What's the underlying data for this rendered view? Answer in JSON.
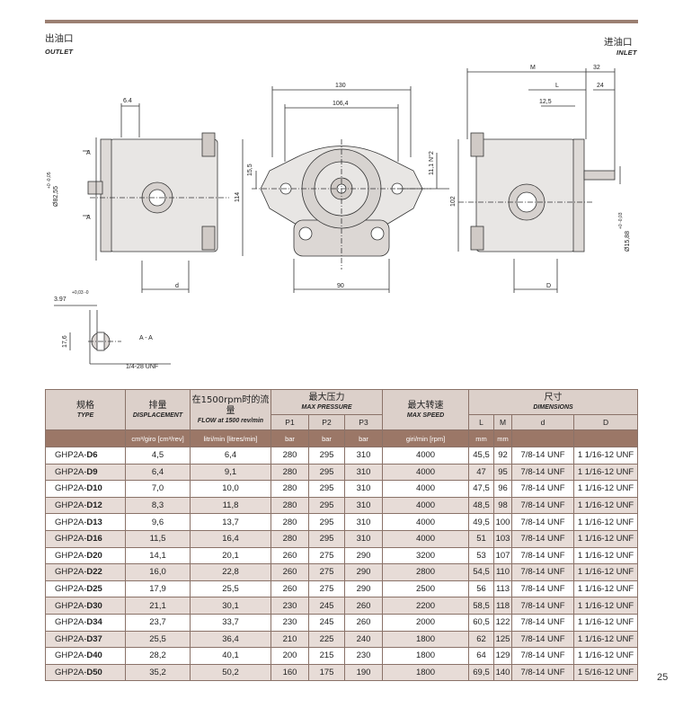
{
  "labels": {
    "outlet_cn": "出油口",
    "outlet_en": "OUTLET",
    "inlet_cn": "进油口",
    "inlet_en": "INLET",
    "section": "A - A"
  },
  "dimensions": {
    "d6_4": "6.4",
    "d130": "130",
    "d106_4": "106,4",
    "dM": "M",
    "d32": "32",
    "dL": "L",
    "d24": "24",
    "d12_5": "12,5",
    "d15_5": "15,5",
    "d114": "114",
    "d11_1": "11,1 N°2",
    "d102": "102",
    "dia_left": "Ø82,55",
    "dia_left_tol": "+0 -0,05",
    "dia_right": "Ø15,88",
    "dia_right_tol": "+0 -0,03",
    "d_small": "d",
    "d90": "90",
    "dD": "D",
    "key_w": "3.97",
    "key_tol": "+0,03 -0",
    "d17_6": "17,6",
    "thread": "1/4-28 UNF",
    "markA": "A"
  },
  "table": {
    "headers": {
      "type_cn": "规格",
      "type_en": "TYPE",
      "disp_cn": "排量",
      "disp_en": "DISPLACEMENT",
      "flow_cn": "在1500rpm时的流量",
      "flow_en": "FLOW at 1500 rev/min",
      "press_cn": "最大压力",
      "press_en": "MAX PRESSURE",
      "speed_cn": "最大转速",
      "speed_en": "MAX SPEED",
      "dim_cn": "尺寸",
      "dim_en": "DIMENSIONS",
      "p1": "P1",
      "p2": "P2",
      "p3": "P3",
      "L": "L",
      "M": "M",
      "d": "d",
      "D": "D"
    },
    "units": [
      "",
      "cm³/giro [cm³/rev]",
      "litri/min [litres/min]",
      "bar",
      "bar",
      "bar",
      "giri/min [rpm]",
      "mm",
      "mm",
      "",
      ""
    ],
    "rows": [
      {
        "prefix": "GHP2A-",
        "code": "D6",
        "disp": "4,5",
        "flow": "6,4",
        "p1": "280",
        "p2": "295",
        "p3": "310",
        "speed": "4000",
        "L": "45,5",
        "M": "92",
        "d": "7/8-14 UNF",
        "D": "1 1/16-12 UNF"
      },
      {
        "prefix": "GHP2A-",
        "code": "D9",
        "disp": "6,4",
        "flow": "9,1",
        "p1": "280",
        "p2": "295",
        "p3": "310",
        "speed": "4000",
        "L": "47",
        "M": "95",
        "d": "7/8-14 UNF",
        "D": "1 1/16-12 UNF"
      },
      {
        "prefix": "GHP2A-",
        "code": "D10",
        "disp": "7,0",
        "flow": "10,0",
        "p1": "280",
        "p2": "295",
        "p3": "310",
        "speed": "4000",
        "L": "47,5",
        "M": "96",
        "d": "7/8-14 UNF",
        "D": "1 1/16-12 UNF"
      },
      {
        "prefix": "GHP2A-",
        "code": "D12",
        "disp": "8,3",
        "flow": "11,8",
        "p1": "280",
        "p2": "295",
        "p3": "310",
        "speed": "4000",
        "L": "48,5",
        "M": "98",
        "d": "7/8-14 UNF",
        "D": "1 1/16-12 UNF"
      },
      {
        "prefix": "GHP2A-",
        "code": "D13",
        "disp": "9,6",
        "flow": "13,7",
        "p1": "280",
        "p2": "295",
        "p3": "310",
        "speed": "4000",
        "L": "49,5",
        "M": "100",
        "d": "7/8-14 UNF",
        "D": "1 1/16-12 UNF"
      },
      {
        "prefix": "GHP2A-",
        "code": "D16",
        "disp": "11,5",
        "flow": "16,4",
        "p1": "280",
        "p2": "295",
        "p3": "310",
        "speed": "4000",
        "L": "51",
        "M": "103",
        "d": "7/8-14 UNF",
        "D": "1 1/16-12 UNF"
      },
      {
        "prefix": "GHP2A-",
        "code": "D20",
        "disp": "14,1",
        "flow": "20,1",
        "p1": "260",
        "p2": "275",
        "p3": "290",
        "speed": "3200",
        "L": "53",
        "M": "107",
        "d": "7/8-14 UNF",
        "D": "1 1/16-12 UNF"
      },
      {
        "prefix": "GHP2A-",
        "code": "D22",
        "disp": "16,0",
        "flow": "22,8",
        "p1": "260",
        "p2": "275",
        "p3": "290",
        "speed": "2800",
        "L": "54,5",
        "M": "110",
        "d": "7/8-14 UNF",
        "D": "1 1/16-12 UNF"
      },
      {
        "prefix": "GHP2A-",
        "code": "D25",
        "disp": "17,9",
        "flow": "25,5",
        "p1": "260",
        "p2": "275",
        "p3": "290",
        "speed": "2500",
        "L": "56",
        "M": "113",
        "d": "7/8-14 UNF",
        "D": "1 1/16-12 UNF"
      },
      {
        "prefix": "GHP2A-",
        "code": "D30",
        "disp": "21,1",
        "flow": "30,1",
        "p1": "230",
        "p2": "245",
        "p3": "260",
        "speed": "2200",
        "L": "58,5",
        "M": "118",
        "d": "7/8-14 UNF",
        "D": "1 1/16-12 UNF"
      },
      {
        "prefix": "GHP2A-",
        "code": "D34",
        "disp": "23,7",
        "flow": "33,7",
        "p1": "230",
        "p2": "245",
        "p3": "260",
        "speed": "2000",
        "L": "60,5",
        "M": "122",
        "d": "7/8-14 UNF",
        "D": "1 1/16-12 UNF"
      },
      {
        "prefix": "GHP2A-",
        "code": "D37",
        "disp": "25,5",
        "flow": "36,4",
        "p1": "210",
        "p2": "225",
        "p3": "240",
        "speed": "1800",
        "L": "62",
        "M": "125",
        "d": "7/8-14 UNF",
        "D": "1 1/16-12 UNF"
      },
      {
        "prefix": "GHP2A-",
        "code": "D40",
        "disp": "28,2",
        "flow": "40,1",
        "p1": "200",
        "p2": "215",
        "p3": "230",
        "speed": "1800",
        "L": "64",
        "M": "129",
        "d": "7/8-14 UNF",
        "D": "1 1/16-12 UNF"
      },
      {
        "prefix": "GHP2A-",
        "code": "D50",
        "disp": "35,2",
        "flow": "50,2",
        "p1": "160",
        "p2": "175",
        "p3": "190",
        "speed": "1800",
        "L": "69,5",
        "M": "140",
        "d": "7/8-14 UNF",
        "D": "1 5/16-12 UNF"
      }
    ]
  },
  "page_number": "25"
}
